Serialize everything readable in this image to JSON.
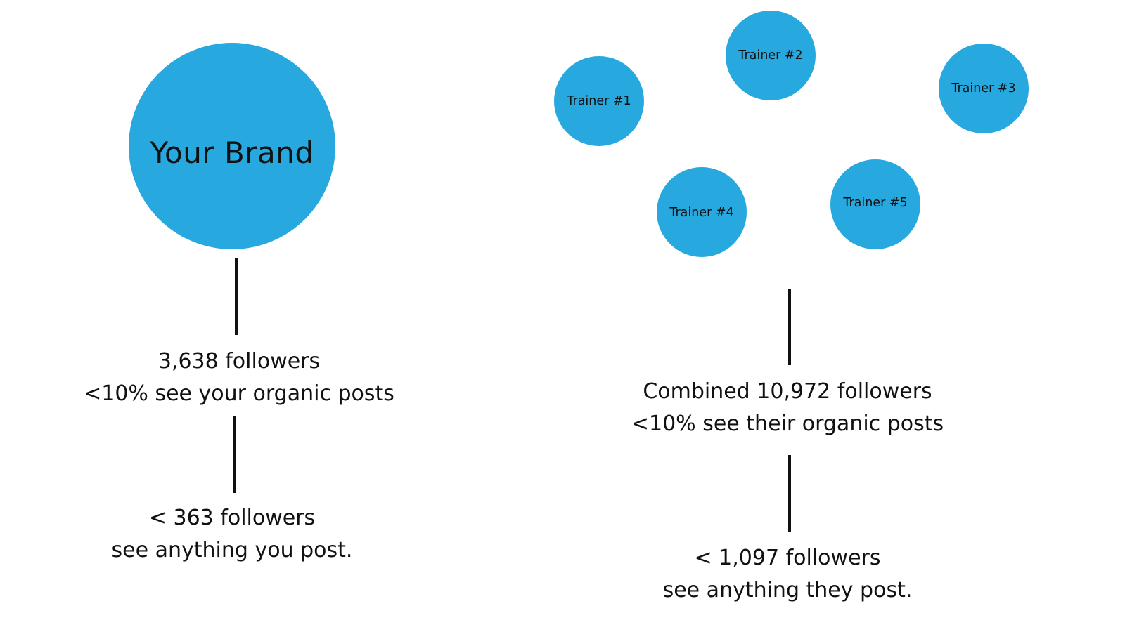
{
  "colors": {
    "circle_fill": "#27a8df",
    "text": "#111111",
    "connector": "#111111"
  },
  "left": {
    "brand_label": "Your Brand",
    "stats_line1": "3,638 followers",
    "stats_line2": "<10% see your organic posts",
    "result_line1": "< 363 followers",
    "result_line2": "see anything you post."
  },
  "right": {
    "trainers": [
      {
        "label": "Trainer #1"
      },
      {
        "label": "Trainer #2"
      },
      {
        "label": "Trainer #3"
      },
      {
        "label": "Trainer #4"
      },
      {
        "label": "Trainer #5"
      }
    ],
    "stats_line1": "Combined 10,972 followers",
    "stats_line2": "<10% see their organic posts",
    "result_line1": "< 1,097 followers",
    "result_line2": "see anything they post."
  }
}
